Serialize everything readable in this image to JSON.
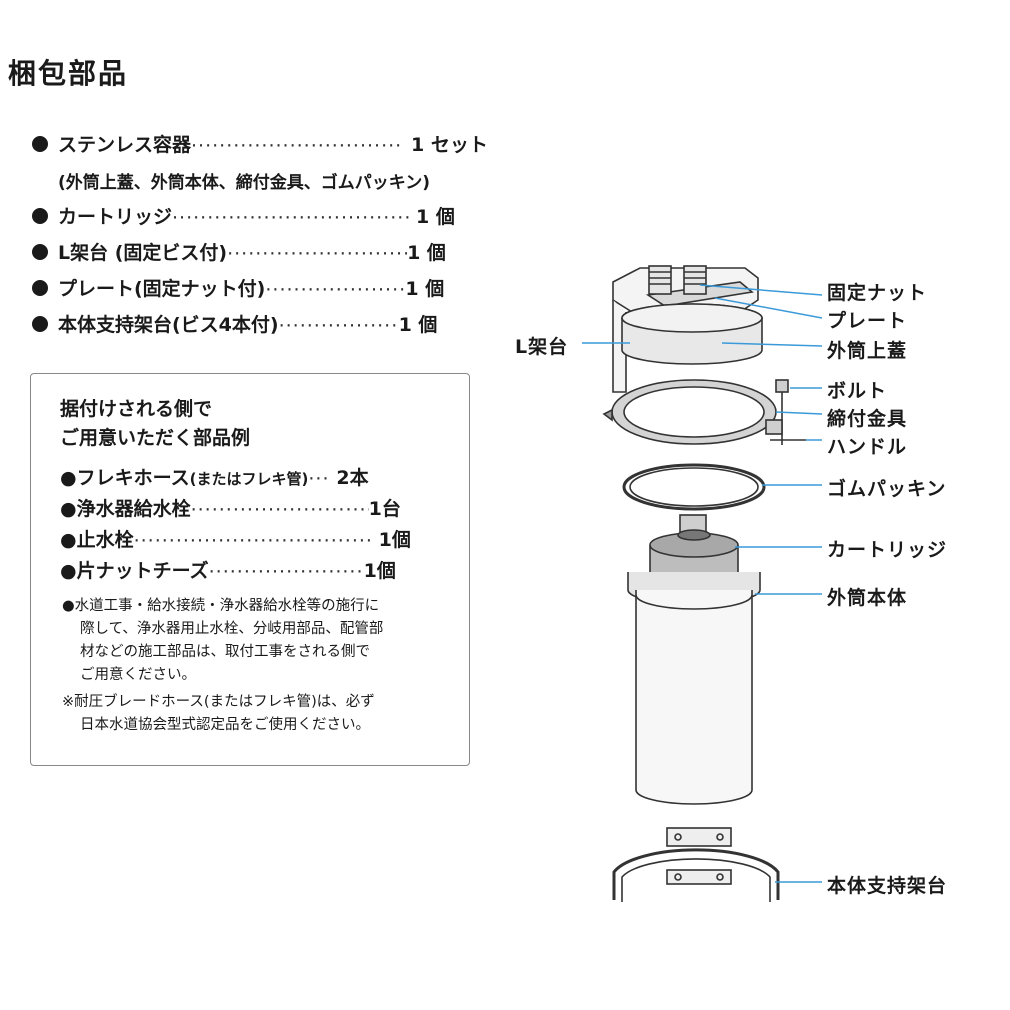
{
  "title": "梱包部品",
  "packing_items": [
    {
      "name": "ステンレス容器",
      "leader": "······························",
      "qty": "1 セット"
    },
    {
      "name": "カートリッジ",
      "leader": "··································",
      "qty": "1 個"
    },
    {
      "name": "L架台 (固定ビス付)",
      "leader": "······························",
      "qty": "1 個"
    },
    {
      "name": "プレート(固定ナット付)",
      "leader": "·························",
      "qty": "1 個"
    },
    {
      "name": "本体支持架台(ビス4本付)",
      "leader": "·······················",
      "qty": "1 個"
    }
  ],
  "packing_sub": "(外筒上蓋、外筒本体、締付金具、ゴムパッキン)",
  "prepare_box": {
    "heading_line1": "据付けされる側で",
    "heading_line2": "ご用意いただく部品例",
    "items": [
      {
        "name": "●フレキホース",
        "note": "(またはフレキ管)",
        "leader": "···",
        "qty": "2本"
      },
      {
        "name": "●浄水器給水栓",
        "note": "",
        "leader": "································",
        "qty": "1台"
      },
      {
        "name": "●止水栓",
        "note": "",
        "leader": "··································",
        "qty": "1個"
      },
      {
        "name": "●片ナットチーズ",
        "note": "",
        "leader": "·······················",
        "qty": "1個"
      }
    ],
    "notes": [
      "●水道工事・給水接続・浄水器給水栓等の施行に",
      "際して、浄水器用止水栓、分岐用部品、配管部",
      "材などの施工部品は、取付工事をされる側で",
      "ご用意ください。",
      "※耐圧ブレードホース(またはフレキ管)は、必ず",
      "日本水道協会型式認定品をご使用ください。"
    ]
  },
  "diagram_labels": {
    "nut": "固定ナット",
    "plate": "プレート",
    "lid": "外筒上蓋",
    "bracket": "L架台",
    "bolt": "ボルト",
    "clamp": "締付金具",
    "handle": "ハンドル",
    "gasket": "ゴムパッキン",
    "cartridge": "カートリッジ",
    "body": "外筒本体",
    "stand": "本体支持架台"
  },
  "colors": {
    "leader_line": "#3a9ad9",
    "text": "#1a1a1a",
    "box_border": "#888888"
  }
}
